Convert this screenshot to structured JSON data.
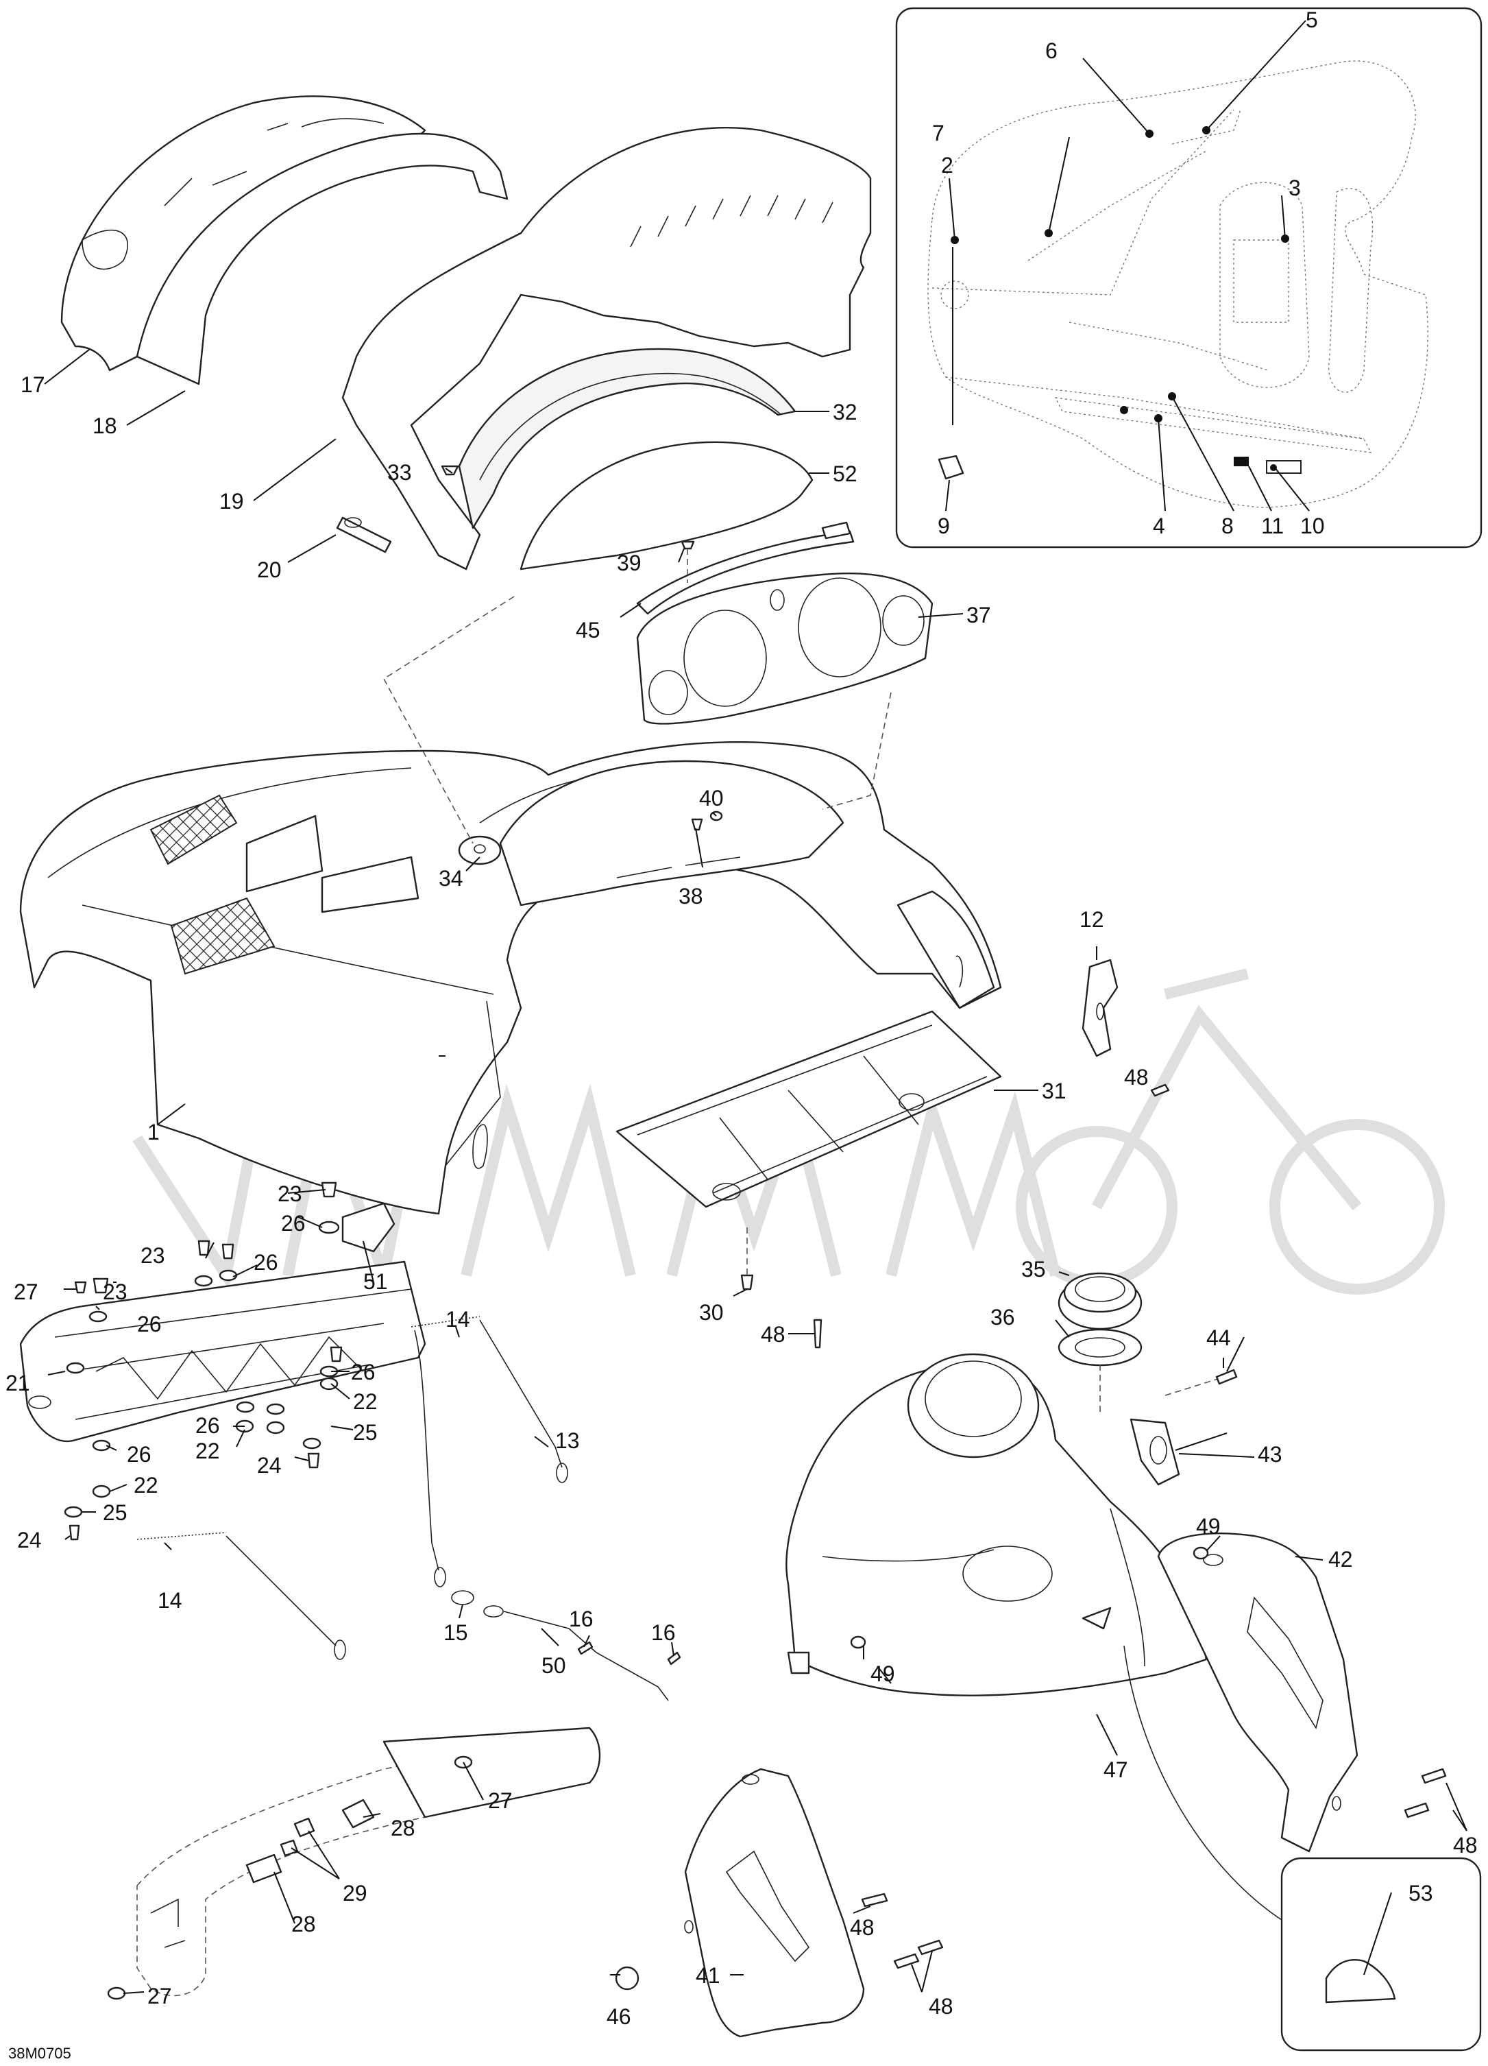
{
  "drawing_code": "38M0705",
  "callouts": [
    {
      "id": "c1",
      "num": "1"
    },
    {
      "id": "c2",
      "num": "2"
    },
    {
      "id": "c3",
      "num": "3"
    },
    {
      "id": "c4",
      "num": "4"
    },
    {
      "id": "c5",
      "num": "5"
    },
    {
      "id": "c6",
      "num": "6"
    },
    {
      "id": "c7",
      "num": "7"
    },
    {
      "id": "c8",
      "num": "8"
    },
    {
      "id": "c9",
      "num": "9"
    },
    {
      "id": "c10",
      "num": "10"
    },
    {
      "id": "c11",
      "num": "11"
    },
    {
      "id": "c12",
      "num": "12"
    },
    {
      "id": "c13",
      "num": "13"
    },
    {
      "id": "c14a",
      "num": "14"
    },
    {
      "id": "c14b",
      "num": "14"
    },
    {
      "id": "c15",
      "num": "15"
    },
    {
      "id": "c16a",
      "num": "16"
    },
    {
      "id": "c16b",
      "num": "16"
    },
    {
      "id": "c17",
      "num": "17"
    },
    {
      "id": "c18",
      "num": "18"
    },
    {
      "id": "c19",
      "num": "19"
    },
    {
      "id": "c20",
      "num": "20"
    },
    {
      "id": "c21",
      "num": "21"
    },
    {
      "id": "c22a",
      "num": "22"
    },
    {
      "id": "c22b",
      "num": "22"
    },
    {
      "id": "c22c",
      "num": "22"
    },
    {
      "id": "c23a",
      "num": "23"
    },
    {
      "id": "c23b",
      "num": "23"
    },
    {
      "id": "c23c",
      "num": "23"
    },
    {
      "id": "c24a",
      "num": "24"
    },
    {
      "id": "c24b",
      "num": "24"
    },
    {
      "id": "c25a",
      "num": "25"
    },
    {
      "id": "c25b",
      "num": "25"
    },
    {
      "id": "c26a",
      "num": "26"
    },
    {
      "id": "c26b",
      "num": "26"
    },
    {
      "id": "c26c",
      "num": "26"
    },
    {
      "id": "c26d",
      "num": "26"
    },
    {
      "id": "c26e",
      "num": "26"
    },
    {
      "id": "c26f",
      "num": "26"
    },
    {
      "id": "c27a",
      "num": "27"
    },
    {
      "id": "c27b",
      "num": "27"
    },
    {
      "id": "c27c",
      "num": "27"
    },
    {
      "id": "c28a",
      "num": "28"
    },
    {
      "id": "c28b",
      "num": "28"
    },
    {
      "id": "c29",
      "num": "29"
    },
    {
      "id": "c30",
      "num": "30"
    },
    {
      "id": "c31",
      "num": "31"
    },
    {
      "id": "c32",
      "num": "32"
    },
    {
      "id": "c33",
      "num": "33"
    },
    {
      "id": "c34",
      "num": "34"
    },
    {
      "id": "c35",
      "num": "35"
    },
    {
      "id": "c36",
      "num": "36"
    },
    {
      "id": "c37",
      "num": "37"
    },
    {
      "id": "c38",
      "num": "38"
    },
    {
      "id": "c39",
      "num": "39"
    },
    {
      "id": "c40",
      "num": "40"
    },
    {
      "id": "c41",
      "num": "41"
    },
    {
      "id": "c42",
      "num": "42"
    },
    {
      "id": "c43",
      "num": "43"
    },
    {
      "id": "c44",
      "num": "44"
    },
    {
      "id": "c45",
      "num": "45"
    },
    {
      "id": "c46",
      "num": "46"
    },
    {
      "id": "c47",
      "num": "47"
    },
    {
      "id": "c48a",
      "num": "48"
    },
    {
      "id": "c48b",
      "num": "48"
    },
    {
      "id": "c48c",
      "num": "48"
    },
    {
      "id": "c48d",
      "num": "48"
    },
    {
      "id": "c48e",
      "num": "48"
    },
    {
      "id": "c49a",
      "num": "49"
    },
    {
      "id": "c49b",
      "num": "49"
    },
    {
      "id": "c50",
      "num": "50"
    },
    {
      "id": "c51",
      "num": "51"
    },
    {
      "id": "c52",
      "num": "52"
    },
    {
      "id": "c53",
      "num": "53"
    }
  ]
}
